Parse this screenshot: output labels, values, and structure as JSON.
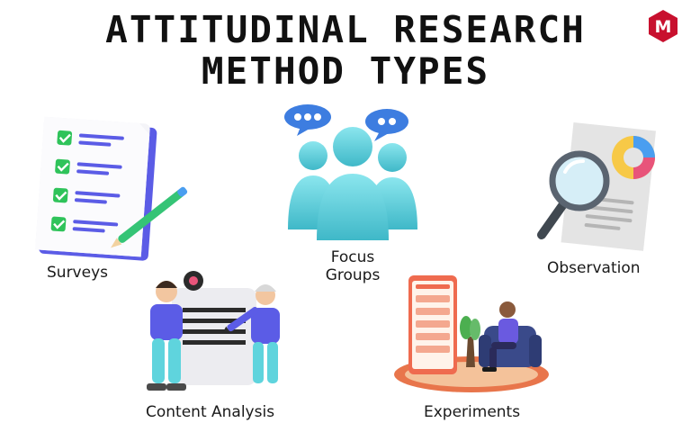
{
  "title": {
    "line1": "ATTITUDINAL RESEARCH",
    "line2": "METHOD TYPES"
  },
  "logo": {
    "letter": "M",
    "color": "#c8102e"
  },
  "methods": [
    {
      "label": "Surveys",
      "icon": "survey-clipboard-icon"
    },
    {
      "label_lines": [
        "Focus",
        "Groups"
      ],
      "icon": "focus-group-people-icon"
    },
    {
      "label": "Observation",
      "icon": "magnifier-document-icon"
    },
    {
      "label": "Content Analysis",
      "icon": "people-with-document-icon"
    },
    {
      "label": "Experiments",
      "icon": "person-with-tablet-icon"
    }
  ],
  "colors": {
    "accent_blue": "#5b5ce6",
    "check_green": "#2fc35a",
    "teal": "#5fd4dd",
    "rug_orange": "#e8754b",
    "pink": "#e8547a"
  }
}
